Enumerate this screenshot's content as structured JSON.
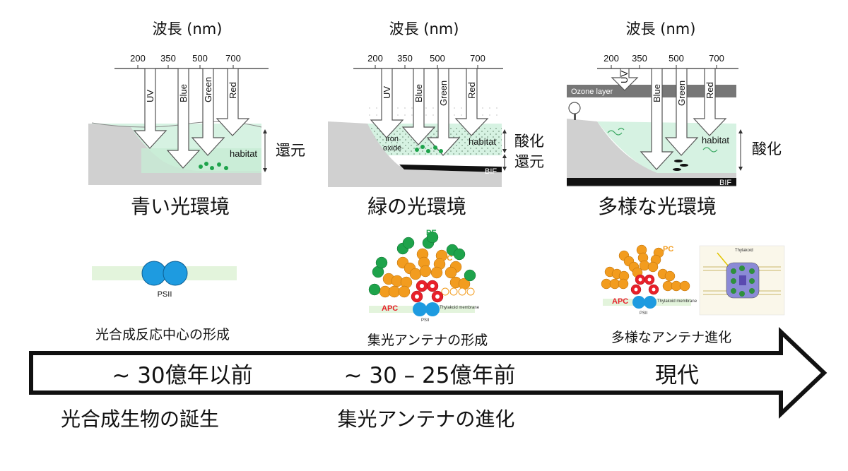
{
  "panels": [
    {
      "wavelength_title": "波長 (nm)",
      "ticks": [
        "200",
        "350",
        "500",
        "700"
      ],
      "bands": [
        "UV",
        "Blue",
        "Green",
        "Red"
      ],
      "habitat_label": "habitat",
      "side_label": "還元",
      "caption": "青い光環境"
    },
    {
      "wavelength_title": "波長 (nm)",
      "ticks": [
        "200",
        "350",
        "500",
        "700"
      ],
      "bands": [
        "UV",
        "Blue",
        "Green",
        "Red"
      ],
      "habitat_label": "habitat",
      "iron_label_1": "Iron",
      "iron_label_2": "oxide",
      "bif_label": "BIF",
      "side_label_top": "酸化",
      "side_label_bottom": "還元",
      "caption": "緑の光環境"
    },
    {
      "wavelength_title": "波長 (nm)",
      "ticks": [
        "200",
        "350",
        "500",
        "700"
      ],
      "bands": [
        "UV",
        "Blue",
        "Green",
        "Red"
      ],
      "ozone_label": "Ozone layer",
      "habitat_label": "habitat",
      "bif_label": "BIF",
      "side_label": "酸化",
      "caption": "多様な光環境"
    }
  ],
  "antenna": {
    "psii_label": "PSII",
    "pe_label": "PE",
    "pc_label": "PC",
    "apc_label": "APC",
    "membrane_label": "Thylakoid membrane",
    "thylakoid_label": "Thylakoid"
  },
  "stages": [
    {
      "label": "光合成反応中心の形成"
    },
    {
      "label": "集光アンテナの形成"
    },
    {
      "label": "多様なアンテナ進化"
    }
  ],
  "timeline": {
    "era1": "~ 30億年以前",
    "era2": "~ 30 – 25億年前",
    "era3": "現代"
  },
  "events": {
    "event1": "光合成生物の誕生",
    "event2": "集光アンテナの進化"
  },
  "colors": {
    "terrain": "#d0d0d0",
    "water": "#d6f2e2",
    "cyan": "#1e9be0",
    "green": "#1ea34b",
    "orange": "#f29c1f",
    "red": "#e8202a",
    "ozone": "#777777",
    "bif": "#111111"
  }
}
